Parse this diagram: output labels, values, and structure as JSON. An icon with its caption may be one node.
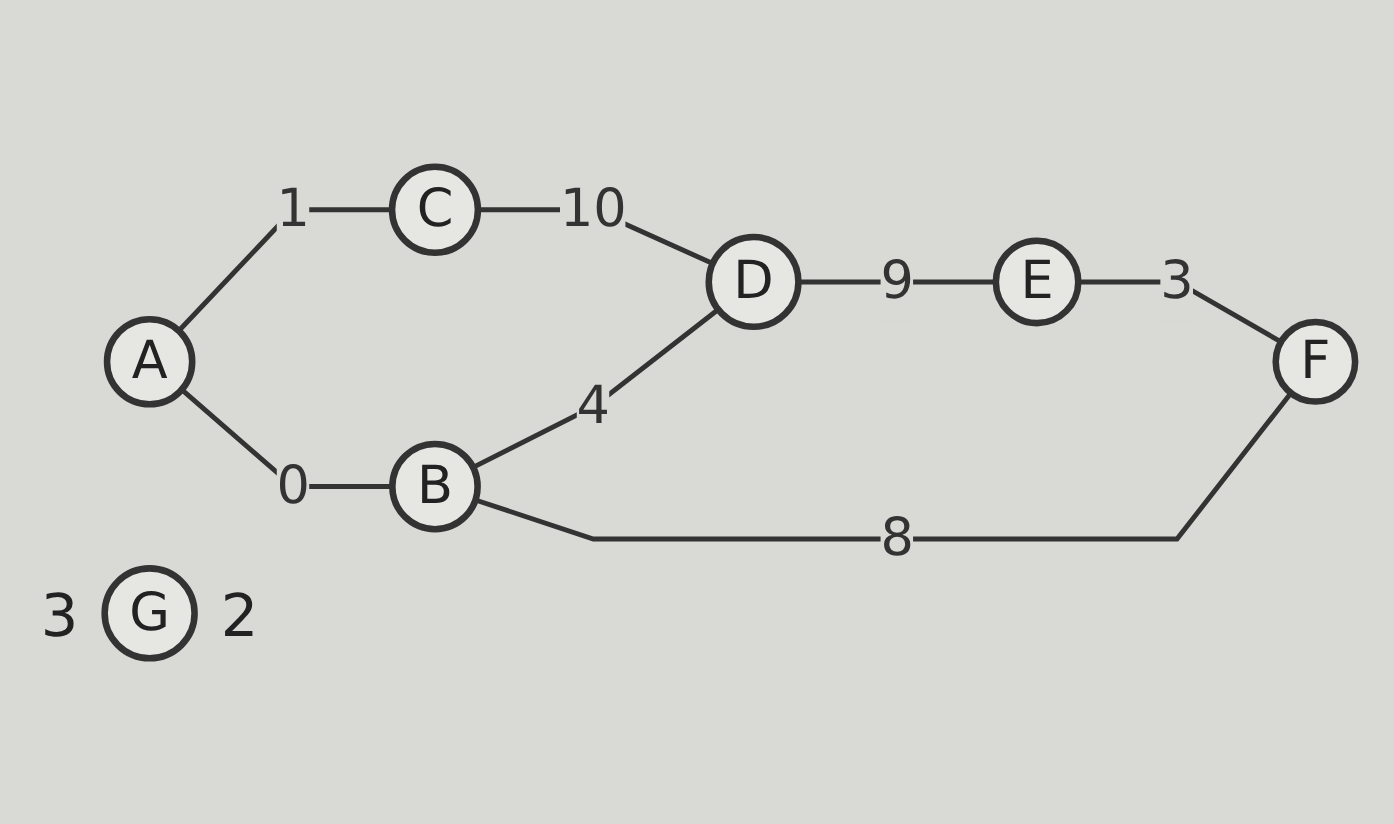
{
  "diagram": {
    "nodes": [
      {
        "text": [
          "C"
        ]
      },
      {
        "text": [
          "D"
        ]
      },
      {
        "text": [
          "E"
        ]
      },
      {
        "text": [
          "A"
        ]
      },
      {
        "text": [
          "F"
        ]
      },
      {
        "text": [
          "B"
        ]
      },
      {
        "text": [
          "G"
        ],
        "beside": [
          "3",
          "2"
        ]
      }
    ],
    "edges": [
      {
        "from": 3,
        "to": 0,
        "arrow": "none",
        "label": "1"
      },
      {
        "from": 0,
        "to": 1,
        "arrow": "none",
        "label": "10"
      },
      {
        "from": 1,
        "to": 2,
        "arrow": "none",
        "label": "9"
      },
      {
        "from": 3,
        "to": 5,
        "arrow": "none",
        "label": "0"
      },
      {
        "from": 5,
        "to": 1,
        "arrow": "none",
        "label": "4"
      },
      {
        "from": 2,
        "to": 4,
        "arrow": "none",
        "label": "3"
      },
      {
        "from": 5,
        "to": 4,
        "arrow": "none",
        "label": "8"
      }
    ]
  }
}
